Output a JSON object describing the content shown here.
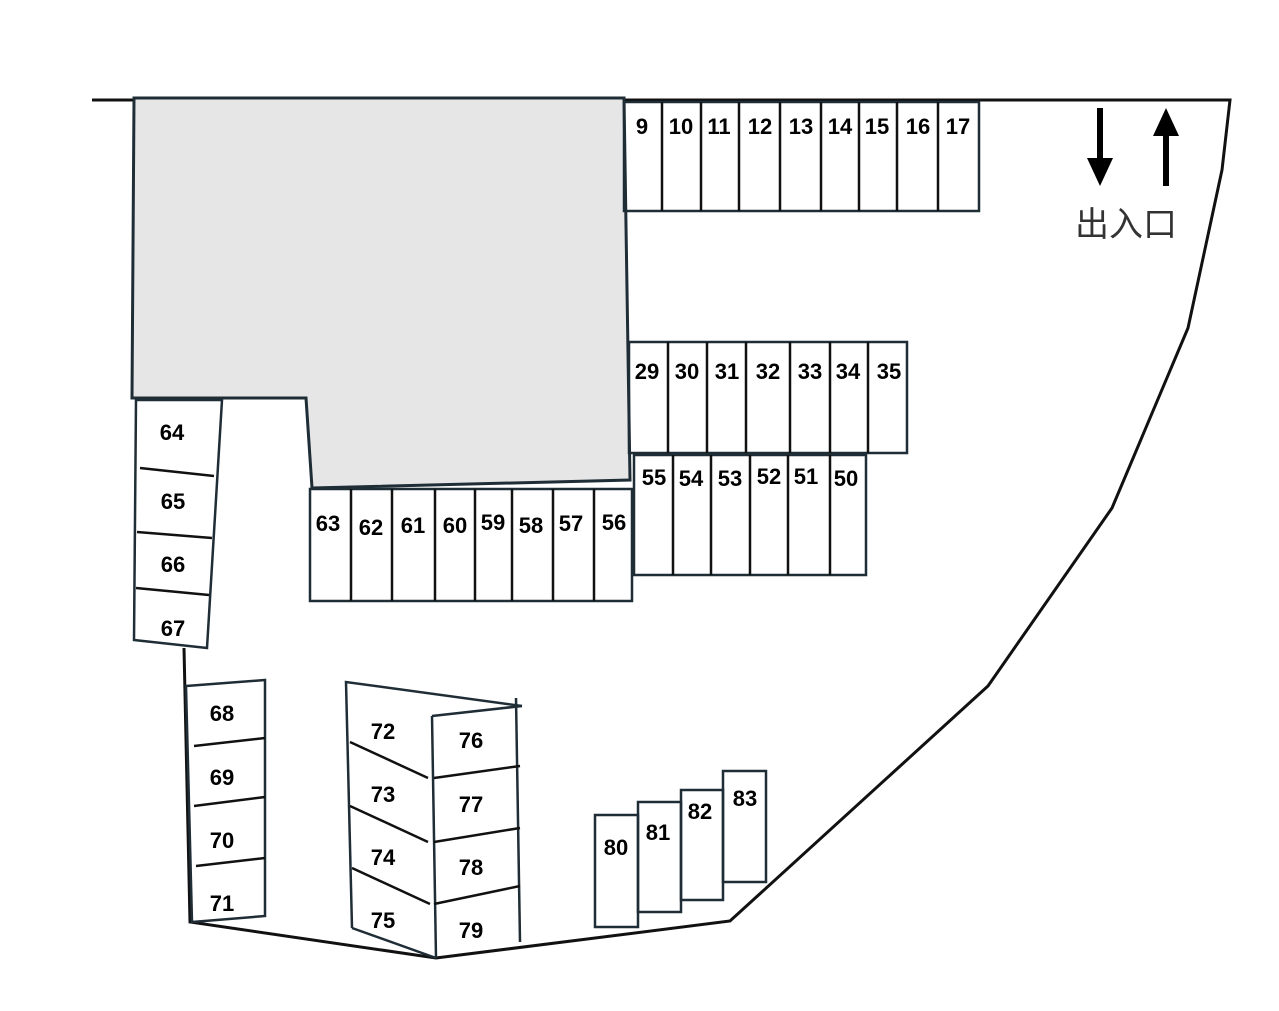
{
  "entrance": {
    "label": "出入口"
  },
  "colors": {
    "building": "#e6e6e6",
    "stall_border": "#1f2d36",
    "outline": "#111111"
  },
  "stalls": {
    "row_top": [
      "9",
      "10",
      "11",
      "12",
      "13",
      "14",
      "15",
      "16",
      "17"
    ],
    "row_middle": [
      "29",
      "30",
      "31",
      "32",
      "33",
      "34",
      "35"
    ],
    "row_lower_right": [
      "55",
      "54",
      "53",
      "52",
      "51",
      "50"
    ],
    "row_lower_left": [
      "63",
      "62",
      "61",
      "60",
      "59",
      "58",
      "57",
      "56"
    ],
    "column_left_upper": [
      "64",
      "65",
      "66",
      "67"
    ],
    "column_left_lower": [
      "68",
      "69",
      "70",
      "71"
    ],
    "column_center_left": [
      "72",
      "73",
      "74",
      "75"
    ],
    "column_center_right": [
      "76",
      "77",
      "78",
      "79"
    ],
    "group_stepped": [
      "80",
      "81",
      "82",
      "83"
    ]
  }
}
